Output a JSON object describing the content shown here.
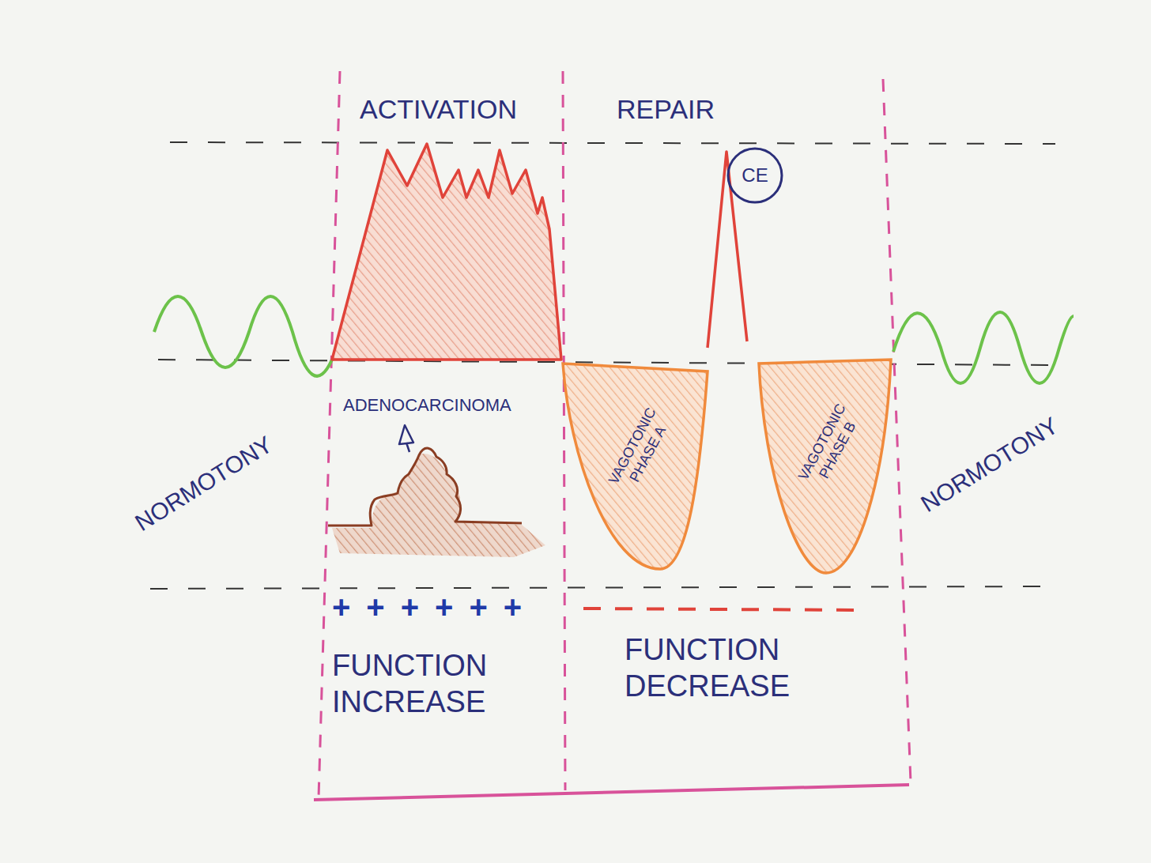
{
  "diagram": {
    "nodes": [
      {
        "text": [
          "CE"
        ]
      },
      {
        "text": [
          "VAGOTONIC PHASE A"
        ]
      },
      {
        "text": [
          "VAGOTONIC PHASE B"
        ]
      }
    ],
    "labels": [
      "ACTIVATION",
      "REPAIR",
      "NORMOTONY",
      "ADENOCARCINOMA",
      "NORMOTONY",
      "++++++",
      "FUNCTION INCREASE",
      "FUNCTION DECREASE"
    ]
  }
}
